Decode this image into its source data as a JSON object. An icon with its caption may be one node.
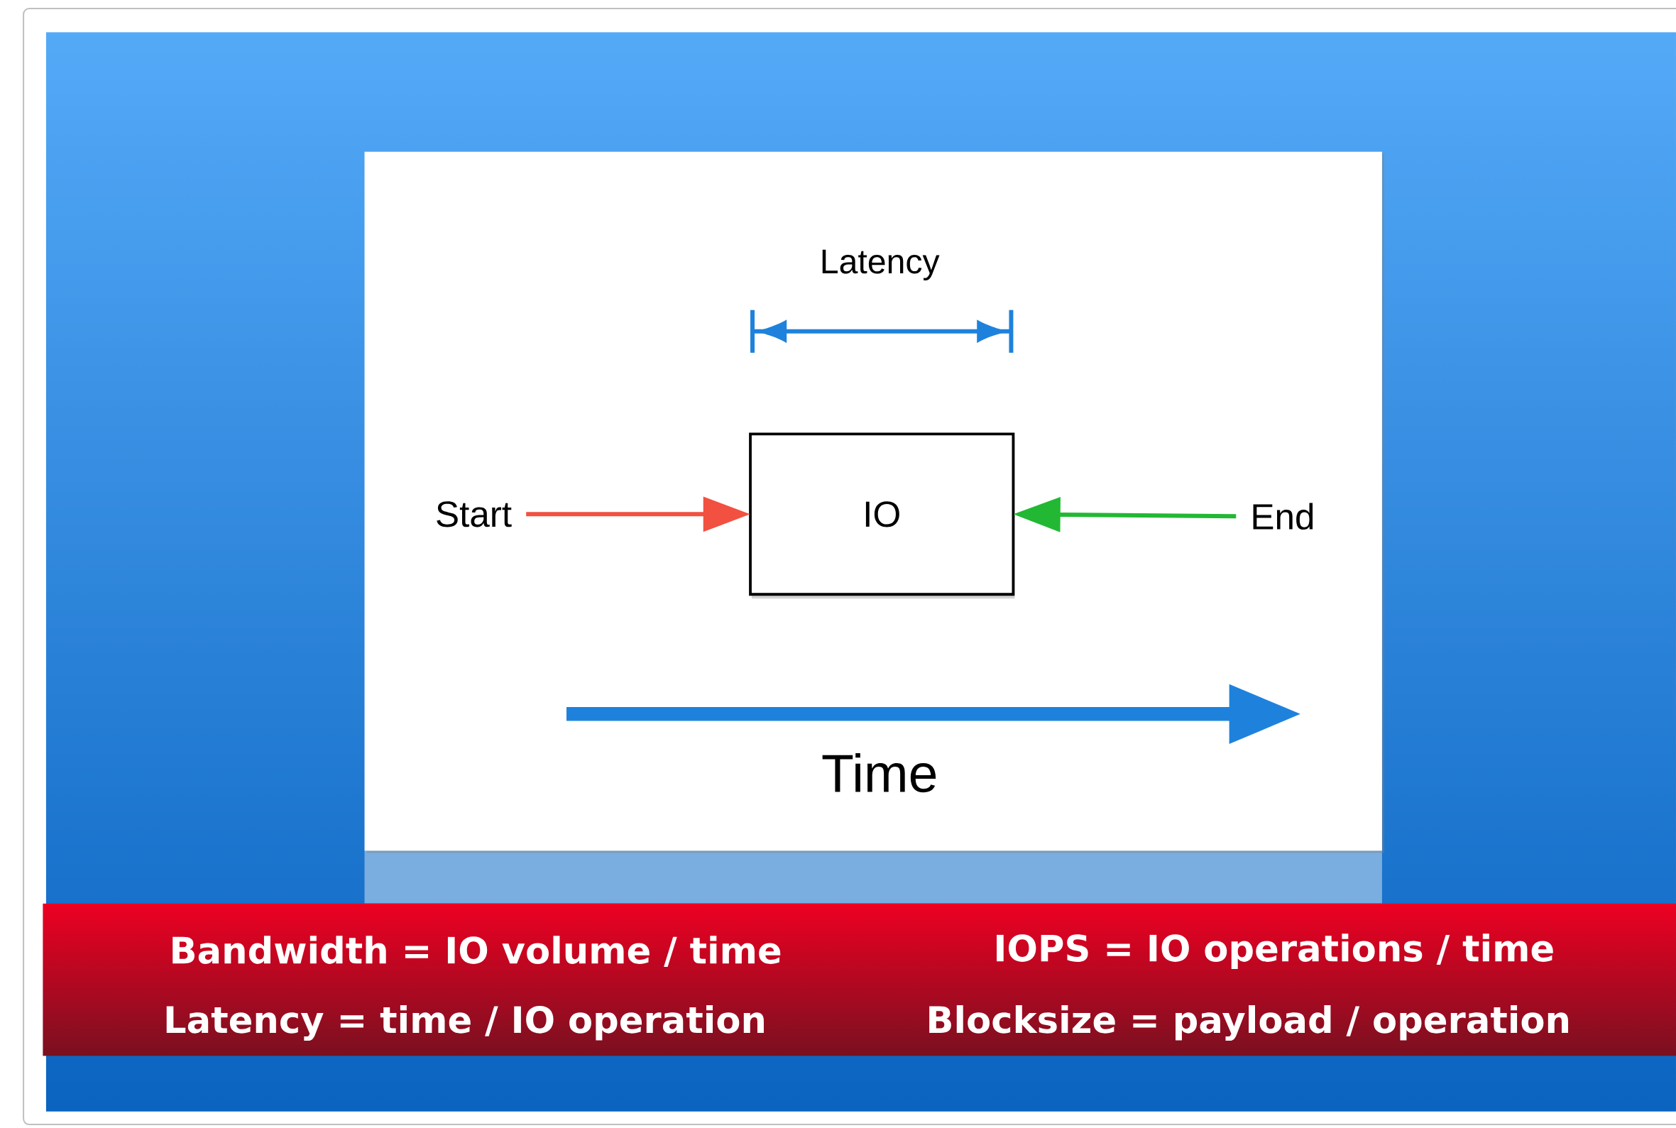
{
  "diagram": {
    "nodes": [
      {
        "text": [
          "Start"
        ]
      },
      {
        "text": [
          "IO"
        ]
      },
      {
        "text": [
          "End"
        ]
      }
    ],
    "edges": [
      {
        "from": 0,
        "to": 1,
        "arrow": "to",
        "color": "#f25040"
      },
      {
        "from": 2,
        "to": 1,
        "arrow": "to",
        "color": "#22b833"
      }
    ],
    "labels": [
      "Latency",
      "Time",
      "Bandwidth = IO volume / time",
      "IOPS = IO operations / time",
      "Latency = time / IO operation",
      "Blocksize = payload / operation"
    ]
  }
}
